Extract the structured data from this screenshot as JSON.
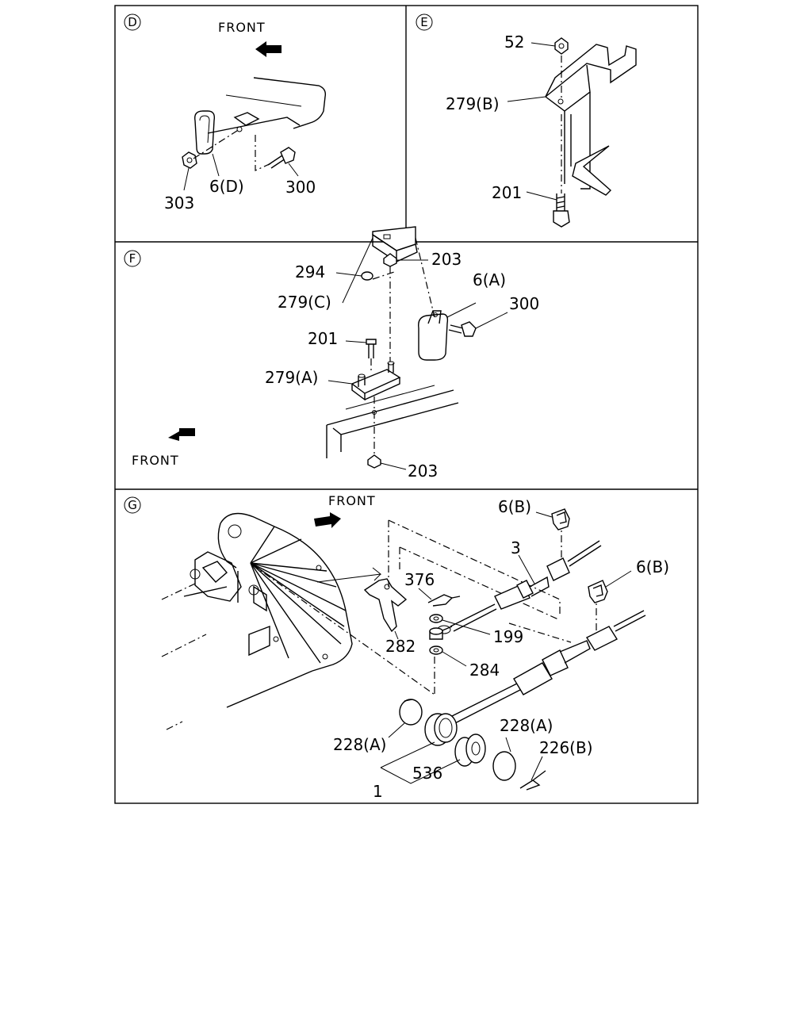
{
  "panels": {
    "D": {
      "id": "D",
      "front": "FRONT",
      "labels": {
        "p303": "303",
        "p6d": "6(D)",
        "p300": "300"
      }
    },
    "E": {
      "id": "E",
      "labels": {
        "p52": "52",
        "p279b": "279(B)",
        "p201": "201"
      }
    },
    "F": {
      "id": "F",
      "front": "FRONT",
      "labels": {
        "p294": "294",
        "p203a": "203",
        "p6a": "6(A)",
        "p300": "300",
        "p279c": "279(C)",
        "p201": "201",
        "p279a": "279(A)",
        "p203b": "203"
      }
    },
    "G": {
      "id": "G",
      "front": "FRONT",
      "labels": {
        "p6b1": "6(B)",
        "p3": "3",
        "p6b2": "6(B)",
        "p376": "376",
        "p199": "199",
        "p282": "282",
        "p284": "284",
        "p228a1": "228(A)",
        "p228a2": "228(A)",
        "p226b": "226(B)",
        "p536": "536",
        "p1": "1"
      }
    }
  }
}
